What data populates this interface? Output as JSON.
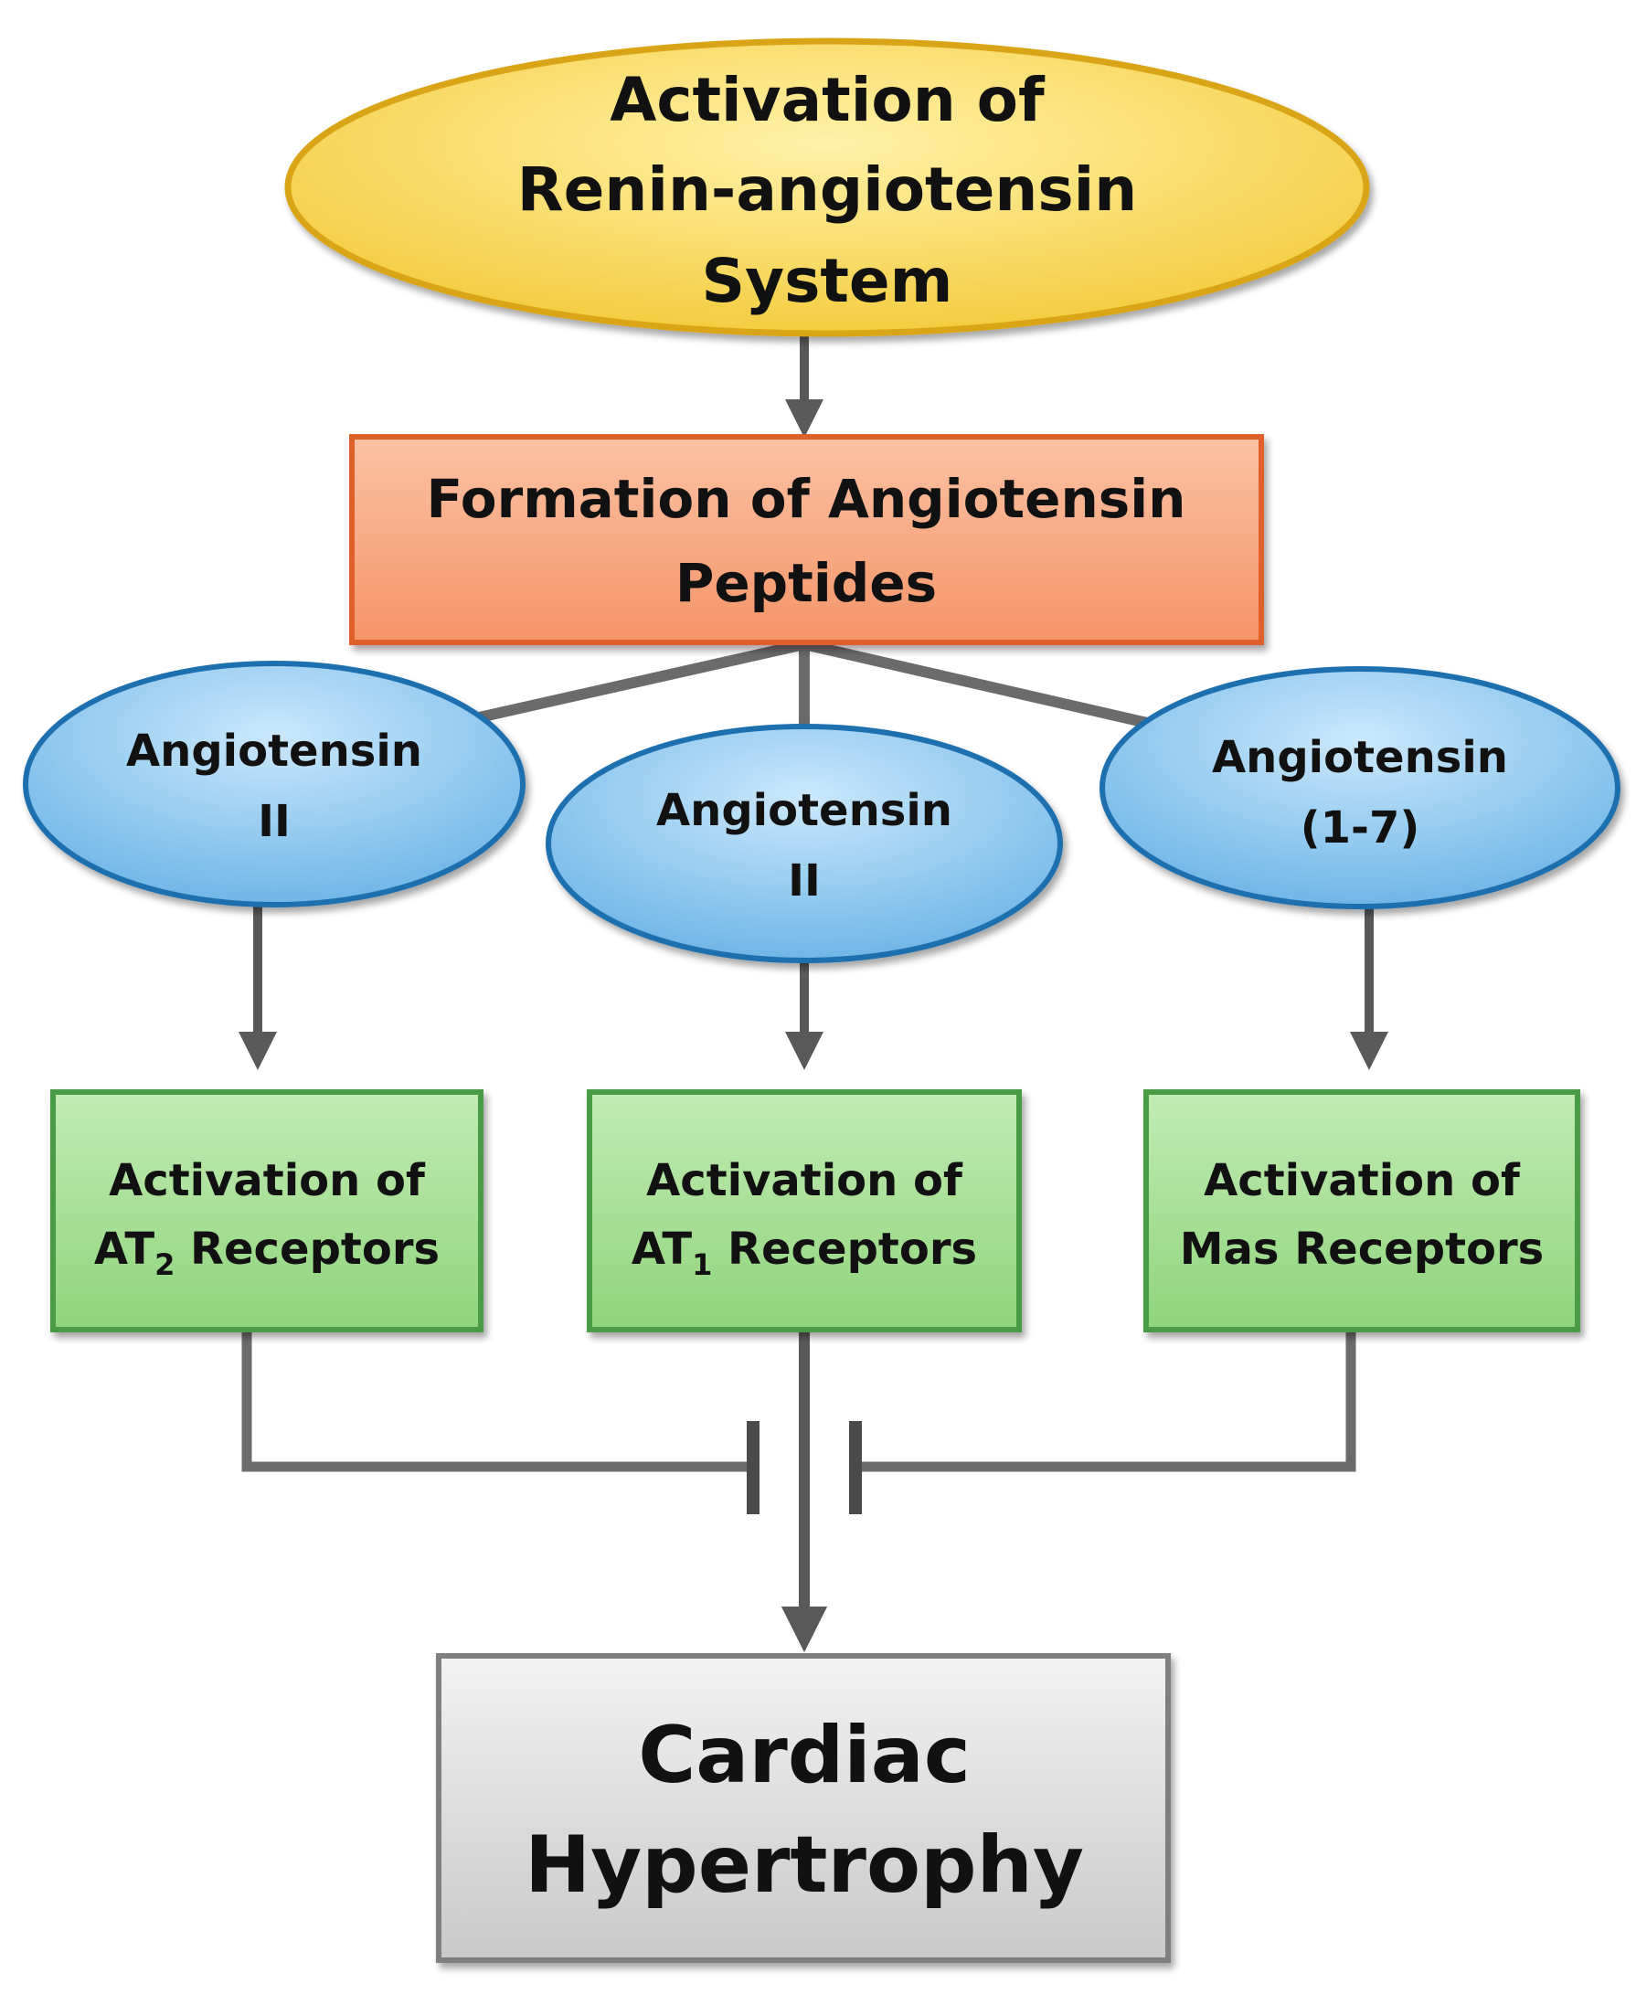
{
  "diagram": {
    "top_node": {
      "lines": [
        "Activation of",
        "Renin-angiotensin",
        "System"
      ]
    },
    "formation_node": {
      "lines": [
        "Formation of Angiotensin",
        "Peptides"
      ]
    },
    "peptides": [
      {
        "lines": [
          "Angiotensin",
          "II"
        ]
      },
      {
        "lines": [
          "Angiotensin",
          "II"
        ]
      },
      {
        "lines": [
          "Angiotensin",
          "(1-7)"
        ]
      }
    ],
    "receptors": [
      {
        "line1": "Activation of",
        "prefix": "AT",
        "subscript": "2",
        "suffix": " Receptors"
      },
      {
        "line1": "Activation of",
        "prefix": "AT",
        "subscript": "1",
        "suffix": " Receptors"
      },
      {
        "line1": "Activation of",
        "prefix": "Mas Receptors",
        "subscript": "",
        "suffix": ""
      }
    ],
    "outcome_node": {
      "lines": [
        "Cardiac",
        "Hypertrophy"
      ]
    },
    "colors": {
      "top_fill": "#f6d65a",
      "top_stroke": "#e3b31c",
      "formation_fill": "#f8a57f",
      "formation_stroke": "#e46a2e",
      "peptide_fill": "#8ec8ee",
      "peptide_stroke": "#2a78b7",
      "receptor_fill": "#a7dd97",
      "receptor_stroke": "#4fa24a",
      "outcome_fill": "#d9d9d9",
      "outcome_stroke": "#8a8a8a",
      "connector": "#595959"
    }
  }
}
